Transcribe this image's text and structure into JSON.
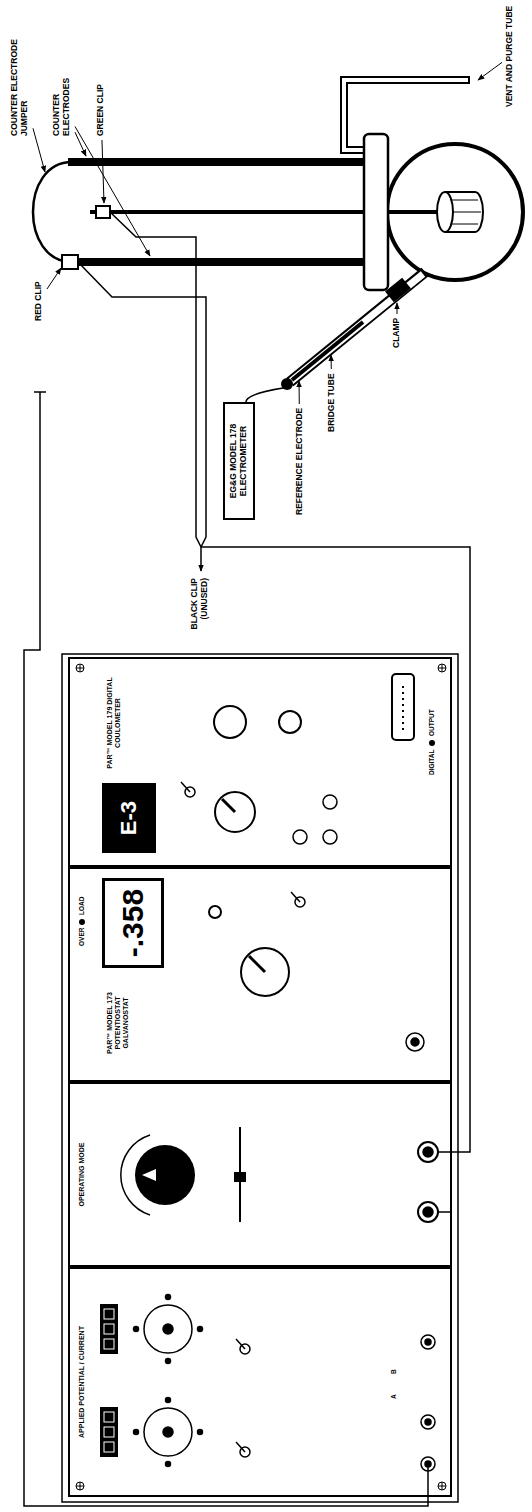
{
  "diagram": {
    "nodes": [
      {
        "text": [
          "APPLIED POTENTIAL / CURRENT"
        ]
      },
      {
        "text": [
          "OPERATING MODE"
        ]
      },
      {
        "text": [
          "PAR™ MODEL 173 POTENTIOSTAT GALVANOSTAT"
        ]
      },
      {
        "text": [
          "-.358"
        ],
        "in": 2
      },
      {
        "text": [
          "PAR™ MODEL 179 DIGITAL COULOMETER"
        ]
      },
      {
        "text": [
          "E-3"
        ],
        "in": 4
      },
      {
        "text": [
          "EG&G MODEL 178 ELECTROMETER"
        ]
      }
    ],
    "edges": [
      {
        "from": 6,
        "to": 1,
        "arrow": "none"
      }
    ],
    "labels": [
      "COUNTER ELECTRODE JUMPER",
      "COUNTER ELECTRODES",
      "GREEN CLIP",
      "VENT AND PURGE TUBE",
      "RED CLIP",
      "REFERENCE ELECTRODE",
      "BRIDGE TUBE",
      "CLAMP",
      "BLACK CLIP (UNUSED)",
      "OVER",
      "LOAD",
      "DIGITAL",
      "OUTPUT",
      "A",
      "B"
    ]
  }
}
